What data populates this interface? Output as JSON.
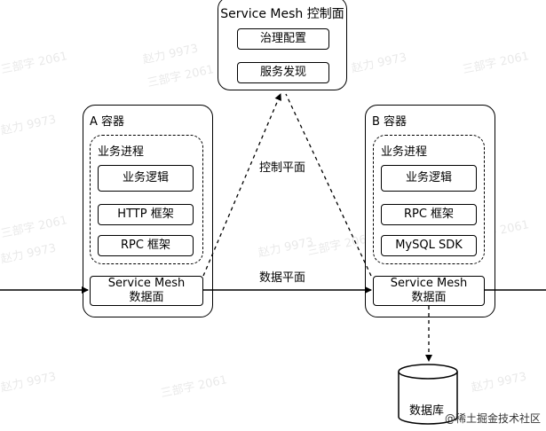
{
  "control_plane": {
    "title": "Service Mesh 控制面",
    "items": [
      "治理配置",
      "服务发现"
    ]
  },
  "container_a": {
    "title": "A 容器",
    "process_title": "业务进程",
    "process_items": [
      "业务逻辑",
      "HTTP 框架",
      "RPC 框架"
    ],
    "mesh_label": "Service Mesh\n数据面"
  },
  "container_b": {
    "title": "B 容器",
    "process_title": "业务进程",
    "process_items": [
      "业务逻辑",
      "RPC 框架",
      "MySQL SDK"
    ],
    "mesh_label": "Service Mesh\n数据面"
  },
  "labels": {
    "control_plane_link": "控制平面",
    "data_plane_link": "数据平面",
    "database": "数据库"
  },
  "watermarks": [
    "三部字 2061",
    "赵力 9973",
    "三部字 2061",
    "赵力 9973",
    "三部字 2061",
    "赵力 9973",
    "三部字 2061",
    "赵力 9973",
    "三部字 2061",
    "赵力 9973",
    "三部字 2061",
    "赵力 9973",
    "三部字 2061",
    "赵力 9973"
  ],
  "footer": "@稀土掘金技术社区"
}
